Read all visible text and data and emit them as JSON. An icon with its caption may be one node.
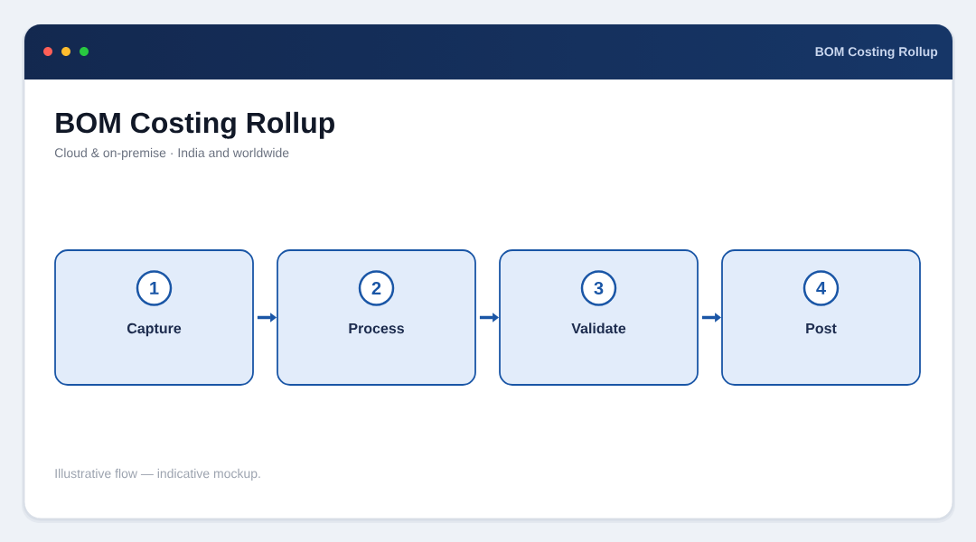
{
  "diagram": {
    "title": "BOM Costing Rollup",
    "caption": "Illustrative flow — indicative mockup.",
    "nodes": [
      {
        "text": [
          "Capture"
        ]
      },
      {
        "text": [
          "1"
        ],
        "in": 0
      },
      {
        "text": [
          "Process"
        ]
      },
      {
        "text": [
          "2"
        ],
        "in": 2
      },
      {
        "text": [
          "Validate"
        ]
      },
      {
        "text": [
          "3"
        ],
        "in": 4
      },
      {
        "text": [
          "Post"
        ]
      },
      {
        "text": [
          "4"
        ],
        "in": 6
      }
    ],
    "edges": [
      {
        "from": 0,
        "to": 2,
        "arrow": "to"
      },
      {
        "from": 2,
        "to": 4,
        "arrow": "to"
      },
      {
        "from": 4,
        "to": 6,
        "arrow": "to"
      }
    ],
    "labels": [
      "BOM Costing Rollup",
      "Cloud & on-premise · India and worldwide"
    ]
  }
}
